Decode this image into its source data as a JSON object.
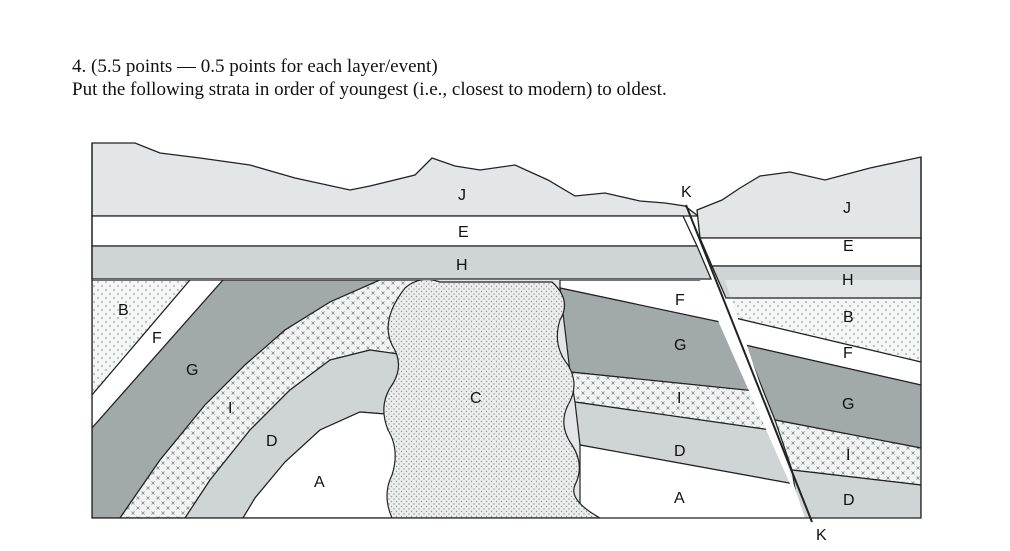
{
  "question": {
    "line1": "4. (5.5 points — 0.5 points for each layer/event)",
    "line2": "Put the following strata in order of youngest (i.e., closest to modern) to oldest."
  },
  "labels": {
    "J_left": "J",
    "E_left": "E",
    "H_left": "H",
    "B_left": "B",
    "F_left": "F",
    "G_left": "G",
    "I_left": "I",
    "D_left": "D",
    "A_left": "A",
    "C": "C",
    "F_mid": "F",
    "G_mid": "G",
    "I_mid": "I",
    "D_mid": "D",
    "A_mid": "A",
    "K_top": "K",
    "K_bottom": "K",
    "J_right": "J",
    "E_right": "E",
    "H_right": "H",
    "B_right": "B",
    "F_right": "F",
    "G_right": "G",
    "I_right": "I",
    "D_right": "D"
  },
  "colors": {
    "light_gray": "#e3e6e6",
    "mid_gray": "#cfd5d5",
    "dark_gray": "#a2a9a9",
    "white": "#ffffff",
    "outline": "#222222"
  }
}
